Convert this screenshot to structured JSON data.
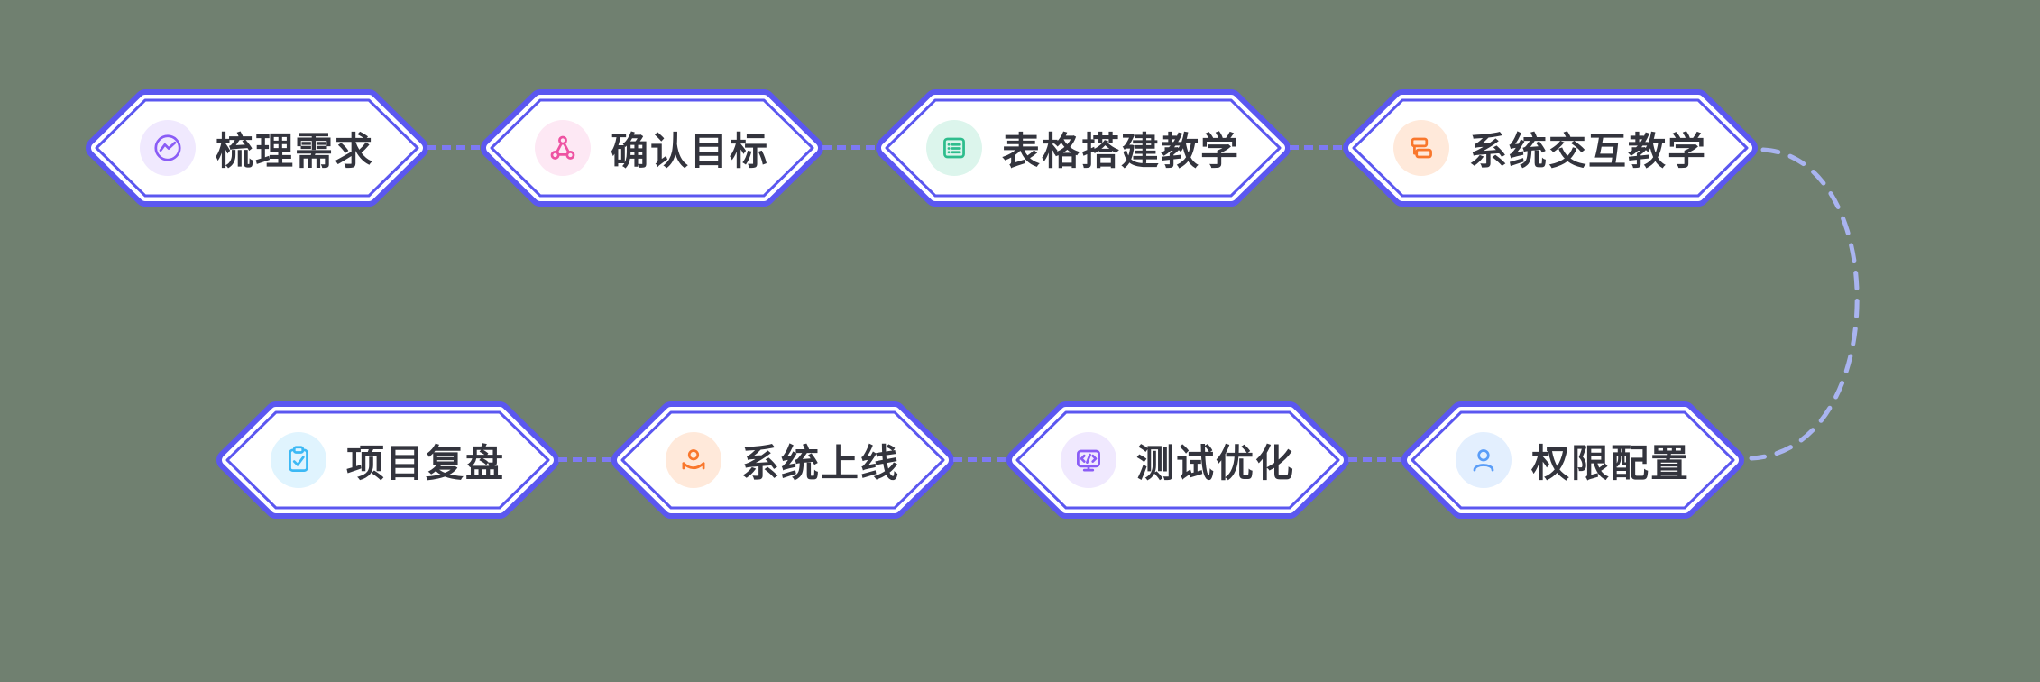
{
  "canvas": {
    "background": "#708070"
  },
  "steps": [
    {
      "label": "梳理需求",
      "icon": "chart-pulse-icon",
      "color": "#8a5cf6",
      "bg": "#f0e9fe"
    },
    {
      "label": "确认目标",
      "icon": "network-nodes-icon",
      "color": "#ee52a2",
      "bg": "#fde8f4"
    },
    {
      "label": "表格搭建教学",
      "icon": "table-list-icon",
      "color": "#2ebd8d",
      "bg": "#dcf5ec"
    },
    {
      "label": "系统交互教学",
      "icon": "flow-blocks-icon",
      "color": "#f9772c",
      "bg": "#ffe9da"
    },
    {
      "label": "项目复盘",
      "icon": "clipboard-check-icon",
      "color": "#3cb9f5",
      "bg": "#e0f4fe"
    },
    {
      "label": "系统上线",
      "icon": "hand-launch-icon",
      "color": "#f9772c",
      "bg": "#ffe9da"
    },
    {
      "label": "测试优化",
      "icon": "code-monitor-icon",
      "color": "#8a5cf6",
      "bg": "#f0e9fe"
    },
    {
      "label": "权限配置",
      "icon": "user-icon",
      "color": "#5a9df8",
      "bg": "#e3effe"
    }
  ],
  "flow_sequence": [
    "梳理需求",
    "确认目标",
    "表格搭建教学",
    "系统交互教学",
    "权限配置",
    "测试优化",
    "系统上线",
    "项目复盘"
  ],
  "style": {
    "node_border": "#5b57f0",
    "node_fill": "#ffffff",
    "connector_dash": "#7d79f3",
    "curve_dash": "#a9b4f0",
    "label_color": "#33343d"
  }
}
